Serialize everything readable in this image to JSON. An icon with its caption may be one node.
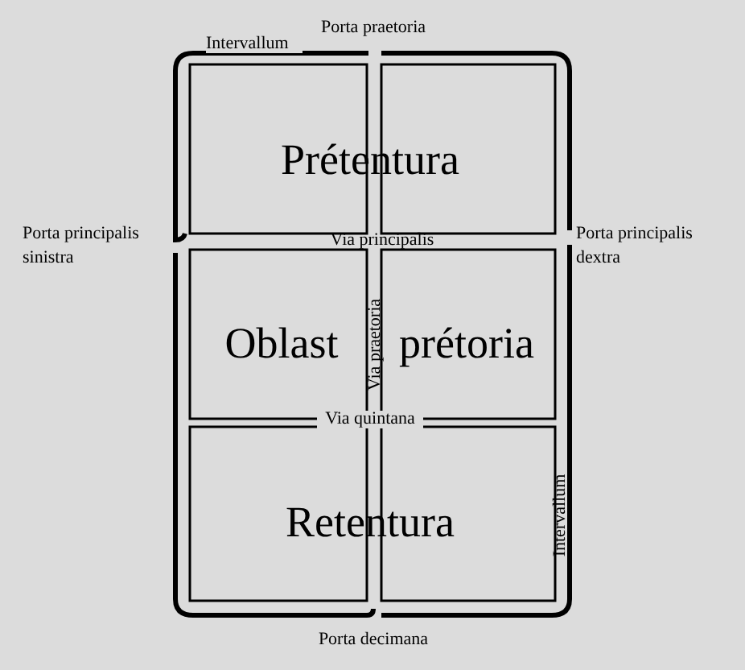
{
  "diagram": {
    "labels": [
      "Porta praetoria",
      "Intervallum",
      "Prétentura",
      "Porta principalis sinistra",
      "Via principalis",
      "Porta principalis dextra",
      "Oblast",
      "Via praetoria",
      "prétoria",
      "Via quintana",
      "Retentura",
      "Intervallum",
      "Porta decimana"
    ]
  }
}
